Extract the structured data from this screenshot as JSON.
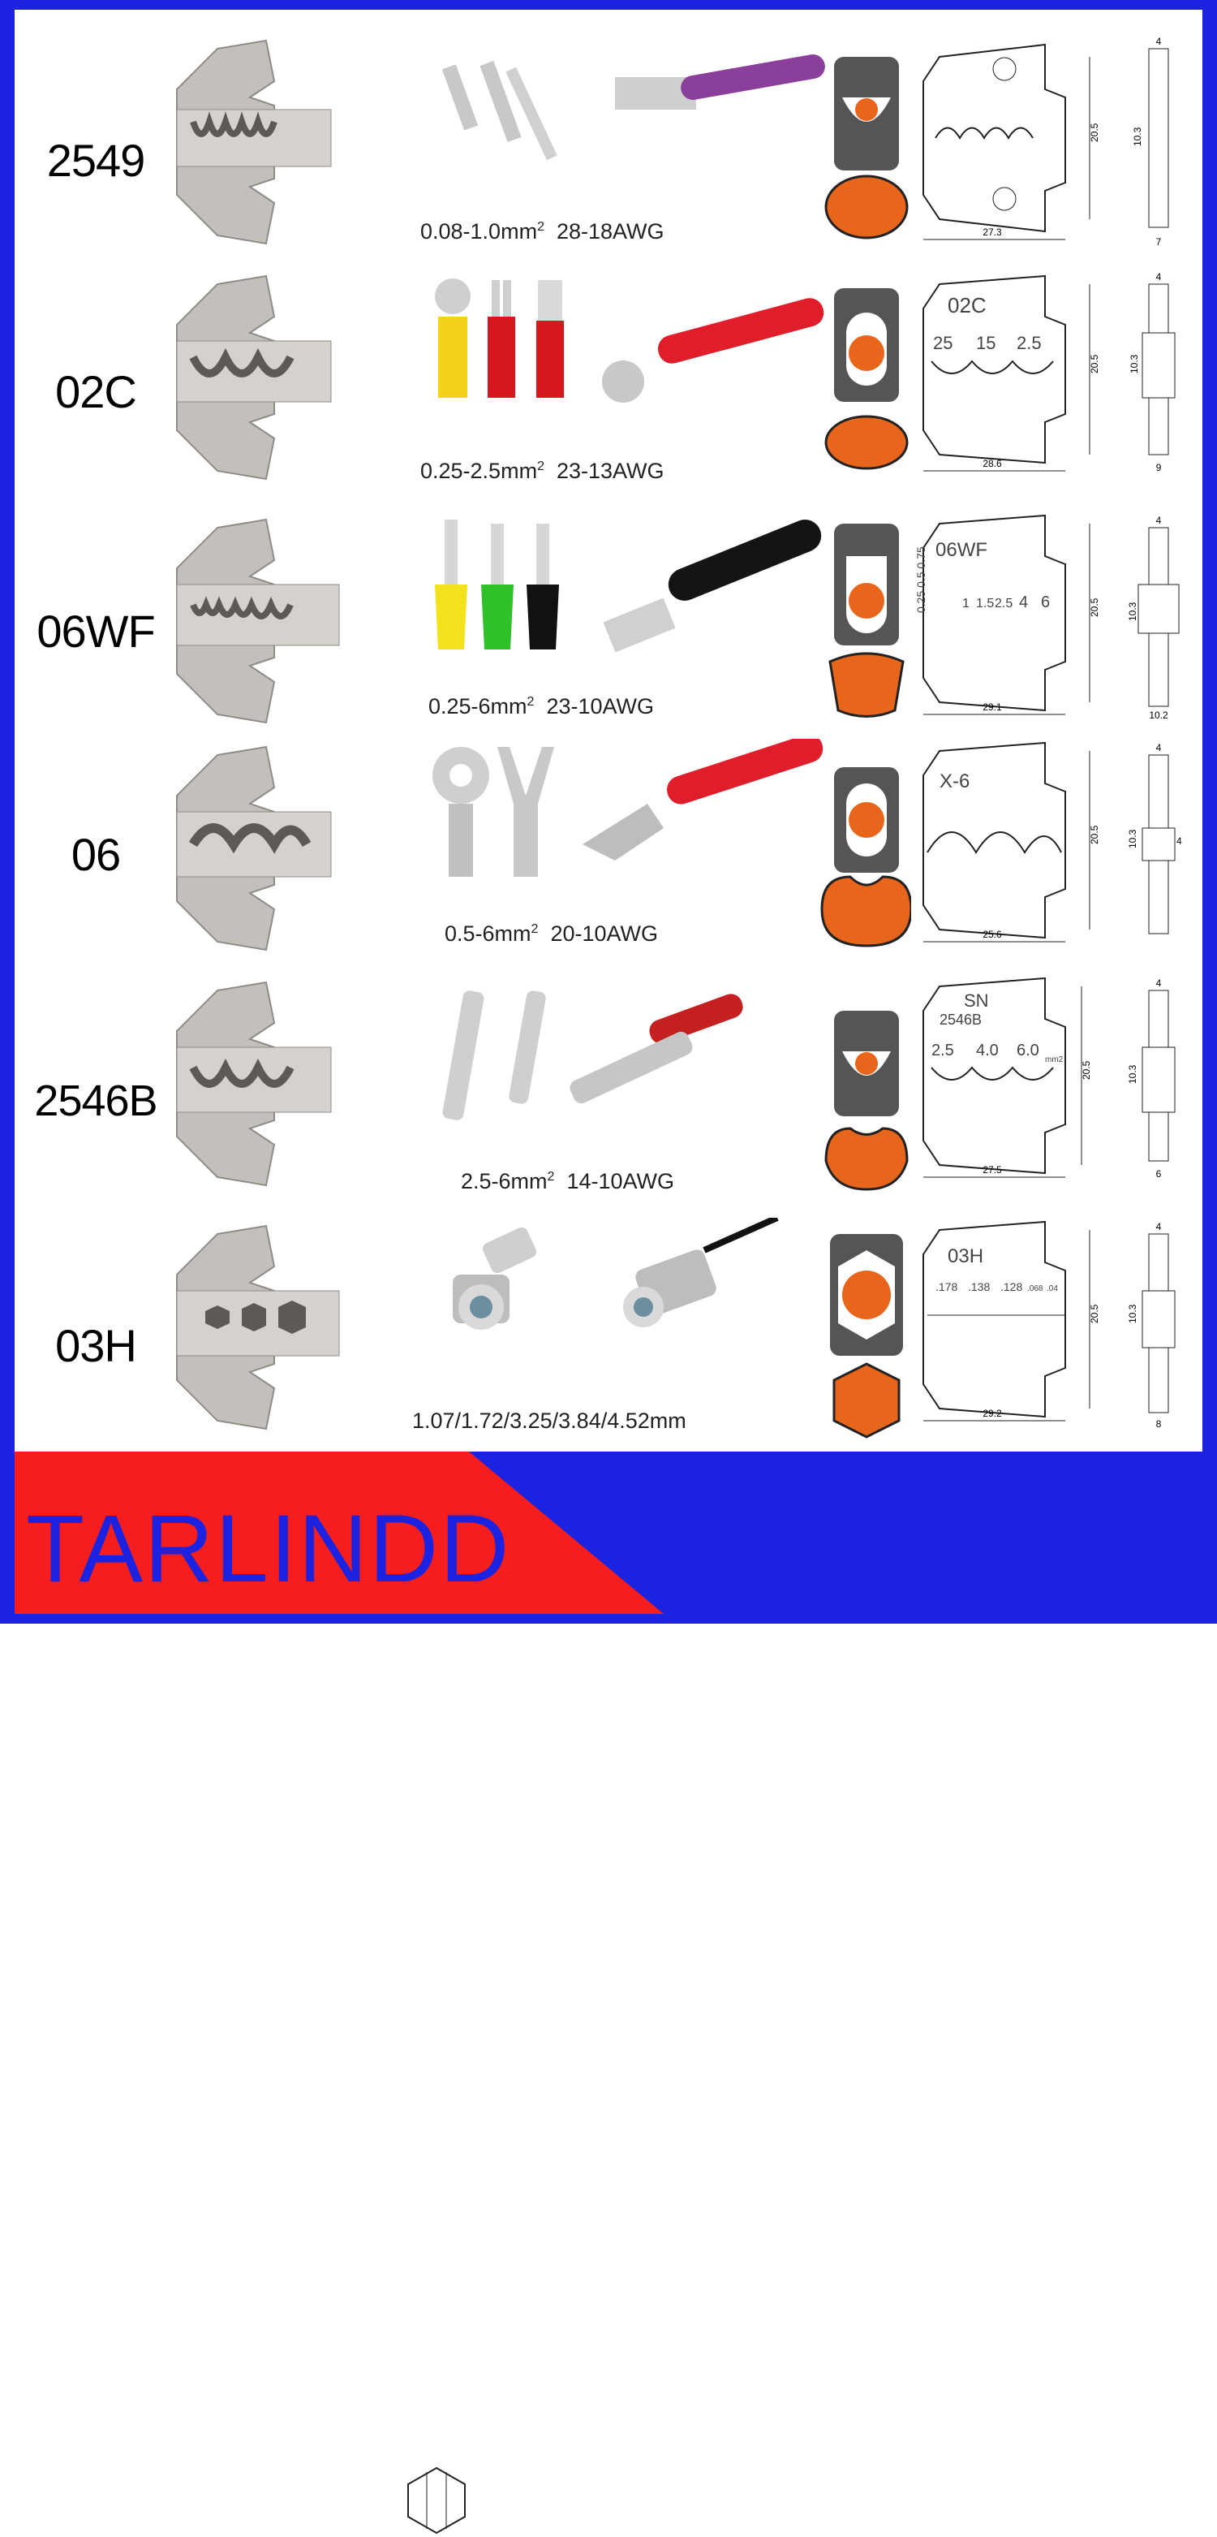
{
  "brand": "TARLINDD",
  "colors": {
    "frame": "#1b22e0",
    "banner_red": "#f51d1d",
    "profile_fill": "#e8661b",
    "die_metal": "#b9b6b1"
  },
  "rows": [
    {
      "model": "2549",
      "spec_range": "0.08-1.0mm",
      "spec_sup": "2",
      "spec_awg": "28-18AWG",
      "dim_w": "27.3",
      "dim_h": "20.5",
      "side_h": "10.3",
      "side_top": "4",
      "side_bottom": "7",
      "engraving": ""
    },
    {
      "model": "02C",
      "spec_range": "0.25-2.5mm",
      "spec_sup": "2",
      "spec_awg": "23-13AWG",
      "dim_w": "28.6",
      "dim_h": "20.5",
      "side_h": "10.3",
      "side_top": "4",
      "side_bottom": "9",
      "engraving": "02C",
      "cavities": [
        "25",
        "15",
        "2.5"
      ]
    },
    {
      "model": "06WF",
      "spec_range": "0.25-6mm",
      "spec_sup": "2",
      "spec_awg": "23-10AWG",
      "dim_w": "29.1",
      "dim_h": "20.5",
      "side_h": "10.3",
      "side_top": "4",
      "side_bottom": "10.2",
      "engraving": "06WF",
      "cavities": [
        "0.25 0.5 0.75",
        "1",
        "1.5",
        "2.5",
        "4",
        "6"
      ]
    },
    {
      "model": "06",
      "spec_range": "0.5-6mm",
      "spec_sup": "2",
      "spec_awg": "20-10AWG",
      "dim_w": "25.6",
      "dim_h": "20.5",
      "side_h": "10.3",
      "side_top": "4",
      "side_bottom": "4",
      "engraving": "X-6"
    },
    {
      "model": "2546B",
      "spec_range": "2.5-6mm",
      "spec_sup": "2",
      "spec_awg": "14-10AWG",
      "dim_w": "27.5",
      "dim_h": "20.5",
      "side_h": "10.3",
      "side_top": "4",
      "side_bottom": "6",
      "engraving": "SN",
      "engraving2": "2546B",
      "cavities": [
        "2.5",
        "4.0",
        "6.0"
      ],
      "unit": "mm2"
    },
    {
      "model": "03H",
      "spec_range": "1.07/1.72/3.25/3.84/4.52mm",
      "spec_sup": "",
      "spec_awg": "",
      "dim_w": "29.2",
      "dim_h": "20.5",
      "side_h": "10.3",
      "side_top": "4",
      "side_bottom": "8",
      "engraving": "03H",
      "cavities": [
        ".178",
        ".138",
        ".128",
        ".068",
        ".04"
      ]
    }
  ]
}
